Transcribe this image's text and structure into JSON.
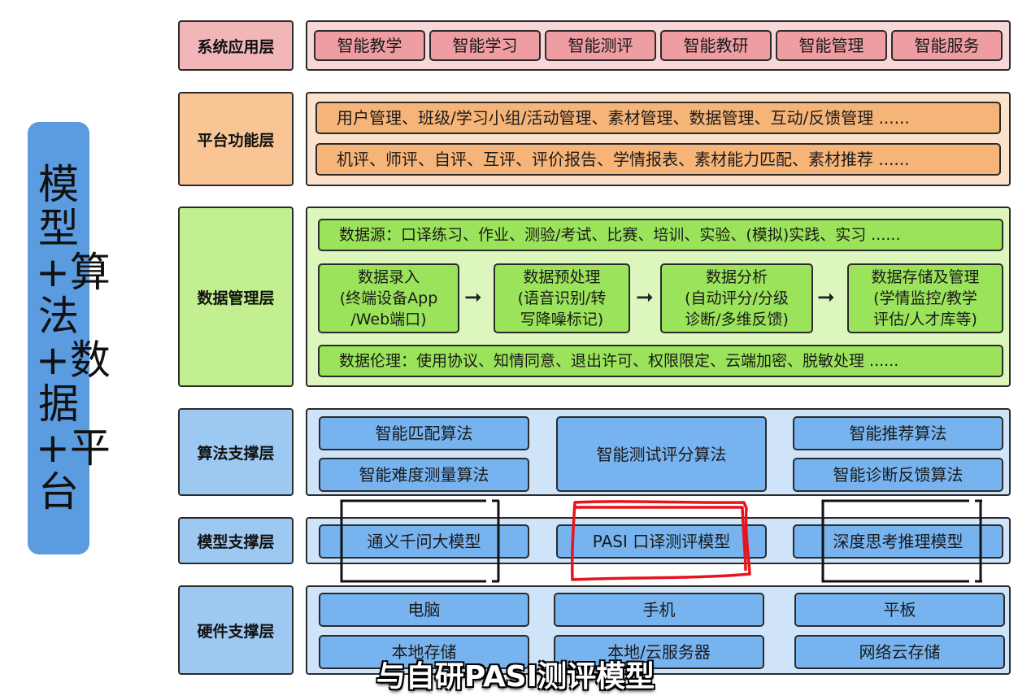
{
  "side_title": "模型+算法+数据+平台",
  "layers": {
    "app": {
      "label": "系统应用层",
      "items": [
        "智能教学",
        "智能学习",
        "智能测评",
        "智能教研",
        "智能管理",
        "智能服务"
      ]
    },
    "platform": {
      "label": "平台功能层",
      "rows": [
        "用户管理、班级/学习小组/活动管理、素材管理、数据管理、互动/反馈管理 ......",
        "机评、师评、自评、互评、评价报告、学情报表、素材能力匹配、素材推荐 ......"
      ]
    },
    "data": {
      "label": "数据管理层",
      "source": "数据源：口译练习、作业、测验/考试、比赛、培训、实验、(模拟)实践、实习 ......",
      "flow": [
        "数据录入\n(终端设备App\n/Web端口)",
        "数据预处理\n(语音识别/转\n写降噪标记)",
        "数据分析\n(自动评分/分级\n诊断/多维反馈)",
        "数据存储及管理\n(学情监控/教学\n评估/人才库等)"
      ],
      "ethics": "数据伦理：使用协议、知情同意、退出许可、权限限定、云端加密、脱敏处理 ......"
    },
    "algorithm": {
      "label": "算法支撑层",
      "left": [
        "智能匹配算法",
        "智能难度测量算法"
      ],
      "center": "智能测试评分算法",
      "right": [
        "智能推荐算法",
        "智能诊断反馈算法"
      ]
    },
    "model": {
      "label": "模型支撑层",
      "items": [
        "通义千问大模型",
        "PASI 口译测评模型",
        "深度思考推理模型"
      ]
    },
    "hardware": {
      "label": "硬件支撑层",
      "top": [
        "电脑",
        "手机",
        "平板"
      ],
      "bottom": [
        "本地存储",
        "本地/云服务器",
        "网络云存储"
      ]
    }
  },
  "subtitle": "与自研PASI测评模型",
  "colors": {
    "app": "#ee9ea3",
    "platform": "#f7b478",
    "data": "#9be35a",
    "algorithm": "#77b3ef",
    "highlight": "#e8141c",
    "side": "#5b9bdf"
  }
}
